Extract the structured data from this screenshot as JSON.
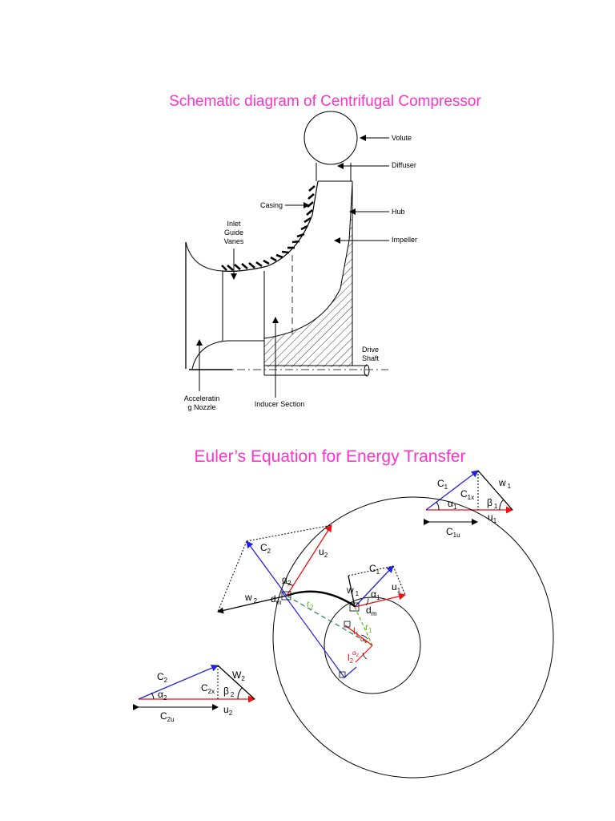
{
  "titles": {
    "compressor": "Schematic diagram of Centrifugal Compressor",
    "euler": "Euler’s Equation for Energy Transfer"
  },
  "colors": {
    "title": "#ff33cc",
    "absolute_velocity": "#2222dd",
    "blade_velocity": "#ee1111",
    "radius": "#66bb22",
    "radius_dashed": "#2e8b57",
    "angle_label": "#ee1111",
    "line": "#000000"
  },
  "compressor": {
    "volute": "Volute",
    "diffuser": "Diffuser",
    "hub": "Hub",
    "impeller": "Impeller",
    "casing": "Casing",
    "inlet_guide_vanes": [
      "Inlet",
      "Guide",
      "Vanes"
    ],
    "drive_shaft": [
      "Drive",
      "Shaft"
    ],
    "accelerating_nozzle": [
      "Acceleratin",
      "g Nozzle"
    ],
    "inducer_section": "Inducer Section"
  },
  "inlet_triangle": {
    "c": "C",
    "c_sub": "1",
    "cx": "C",
    "cx_sub": "1x",
    "w": "w",
    "w_sub": "1",
    "alpha": "α",
    "alpha_sub": "1",
    "beta": "β",
    "beta_sub": "1",
    "u": "u",
    "u_sub": "1",
    "cu": "C",
    "cu_sub": "1u"
  },
  "exit_triangle": {
    "c": "C",
    "c_sub": "2",
    "cx": "C",
    "cx_sub": "2x",
    "w": "W",
    "w_sub": "2",
    "alpha": "α",
    "alpha_sub": "2",
    "beta": "β",
    "beta_sub": "2",
    "u": "u",
    "u_sub": "2",
    "cu": "C",
    "cu_sub": "2u"
  },
  "euler": {
    "c2": "C",
    "c2_sub": "2",
    "u2": "u",
    "u2_sub": "2",
    "alpha2": "α",
    "alpha2_sub": "2",
    "w2": "w",
    "w2_sub": "2",
    "dm_outer": "d",
    "dm_outer_sub": "m",
    "r2": "r",
    "r2_sub": "2",
    "c1": "C",
    "c1_sub": "1",
    "w1": "w",
    "w1_sub": "1",
    "u1": "u",
    "u1_sub": "1",
    "alpha1": "α",
    "alpha1_sub": "1",
    "dm_inner": "d",
    "dm_inner_sub": "m",
    "r1": "r",
    "r1_sub": "1",
    "l1": "l",
    "l1_sub": "1",
    "l2": "l",
    "l2_sub": "2",
    "angle1": "α",
    "angle1_sub": "1",
    "angle2": "α",
    "angle2_sub": "2"
  }
}
